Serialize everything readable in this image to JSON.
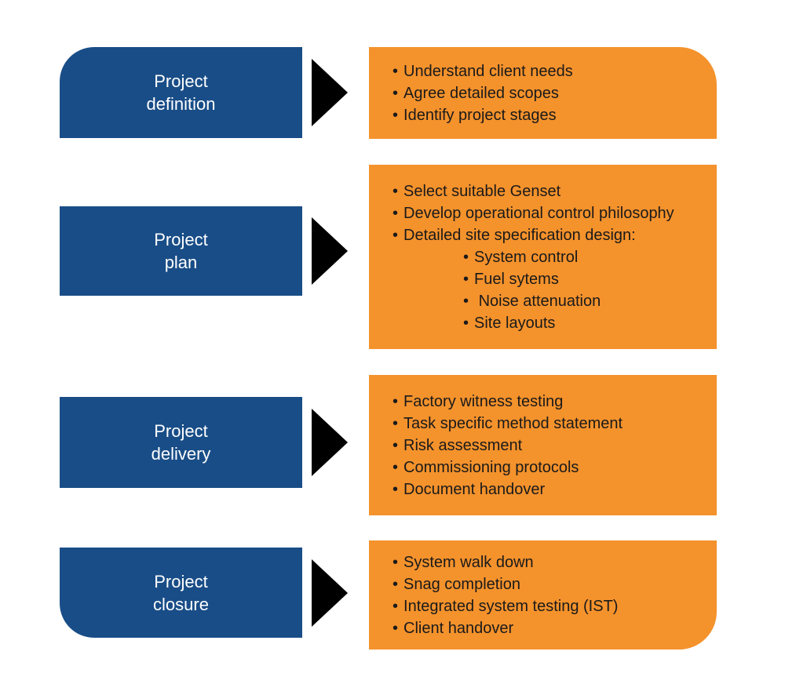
{
  "diagram": {
    "bullet_char": "•",
    "colors": {
      "stage_bg": "#194d87",
      "detail_bg": "#f4922c",
      "arrow": "#000000",
      "stage_text": "#ffffff",
      "detail_text": "#1a1a1a",
      "background": "#ffffff"
    },
    "rows": [
      {
        "stage": "Project\ndefinition",
        "items": [
          {
            "text": "Understand client needs",
            "level": 1
          },
          {
            "text": "Agree detailed scopes",
            "level": 1
          },
          {
            "text": "Identify project stages",
            "level": 1
          }
        ]
      },
      {
        "stage": "Project\nplan",
        "items": [
          {
            "text": "Select suitable Genset",
            "level": 1
          },
          {
            "text": "Develop operational control philosophy",
            "level": 1
          },
          {
            "text": "Detailed site specification design:",
            "level": 1
          },
          {
            "text": "System control",
            "level": 2
          },
          {
            "text": "Fuel sytems",
            "level": 2
          },
          {
            "text": " Noise attenuation",
            "level": 2
          },
          {
            "text": "Site layouts",
            "level": 2
          }
        ]
      },
      {
        "stage": "Project\ndelivery",
        "items": [
          {
            "text": "Factory witness testing",
            "level": 1
          },
          {
            "text": "Task specific method statement",
            "level": 1
          },
          {
            "text": "Risk assessment",
            "level": 1
          },
          {
            "text": "Commissioning protocols",
            "level": 1
          },
          {
            "text": "Document handover",
            "level": 1
          }
        ]
      },
      {
        "stage": "Project\nclosure",
        "items": [
          {
            "text": "System walk down",
            "level": 1
          },
          {
            "text": "Snag completion",
            "level": 1
          },
          {
            "text": "Integrated system testing (IST)",
            "level": 1
          },
          {
            "text": "Client handover",
            "level": 1
          }
        ]
      }
    ]
  }
}
